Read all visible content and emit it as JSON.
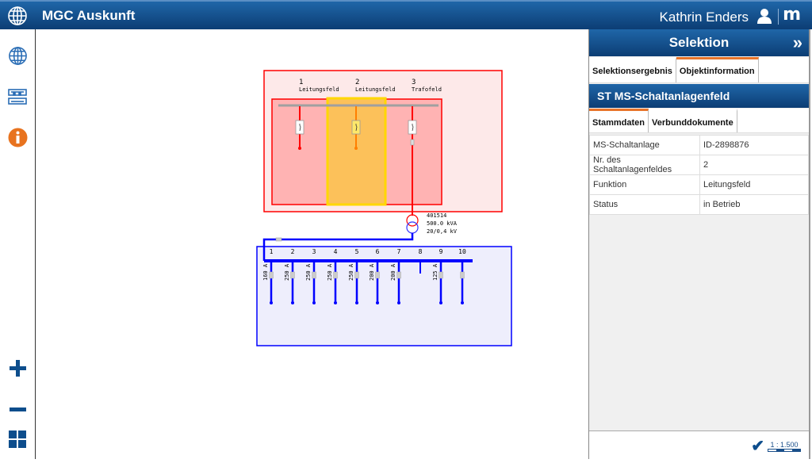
{
  "app": {
    "title": "MGC Auskunft",
    "user": "Kathrin Enders",
    "logo_letter": "m"
  },
  "sidebar": {
    "items": [
      "globe-icon",
      "layers-icon",
      "info-icon"
    ],
    "zoom_in": "+",
    "zoom_out": "−"
  },
  "panel": {
    "title": "Selektion",
    "tabs": [
      {
        "label": "Selektionsergebnis",
        "active": false
      },
      {
        "label": "Objektinformation",
        "active": true
      }
    ],
    "section_title": "ST MS-Schaltanlagenfeld",
    "subtabs": [
      {
        "label": "Stammdaten",
        "active": true
      },
      {
        "label": "Verbunddokumente",
        "active": false
      }
    ],
    "rows": [
      {
        "key": "MS-Schaltanlage",
        "value": "ID-2898876"
      },
      {
        "key": "Nr. des Schaltanlagenfeldes",
        "value": "2"
      },
      {
        "key": "Funktion",
        "value": "Leitungsfeld"
      },
      {
        "key": "Status",
        "value": "in Betrieb"
      }
    ],
    "scale": "1 : 1.500"
  },
  "diagram": {
    "ms_fields": [
      {
        "num": "1",
        "label": "Leitungsfeld"
      },
      {
        "num": "2",
        "label": "Leitungsfeld",
        "selected": true
      },
      {
        "num": "3",
        "label": "Trafofeld"
      }
    ],
    "transformer": {
      "id": "401514",
      "power": "500.0 kVA",
      "voltage": "20/0,4 kV"
    },
    "ns_feeders": [
      {
        "num": "1",
        "amps": "160 A"
      },
      {
        "num": "2",
        "amps": "250 A"
      },
      {
        "num": "3",
        "amps": "250 A"
      },
      {
        "num": "4",
        "amps": "250 A"
      },
      {
        "num": "5",
        "amps": "250 A"
      },
      {
        "num": "6",
        "amps": "200 A"
      },
      {
        "num": "7",
        "amps": "200 A"
      },
      {
        "num": "8",
        "amps": ""
      },
      {
        "num": "9",
        "amps": "125 A"
      },
      {
        "num": "10",
        "amps": ""
      }
    ],
    "colors": {
      "ms": "#ff0000",
      "ns": "#0000e0",
      "selected": "#ffd700"
    }
  }
}
